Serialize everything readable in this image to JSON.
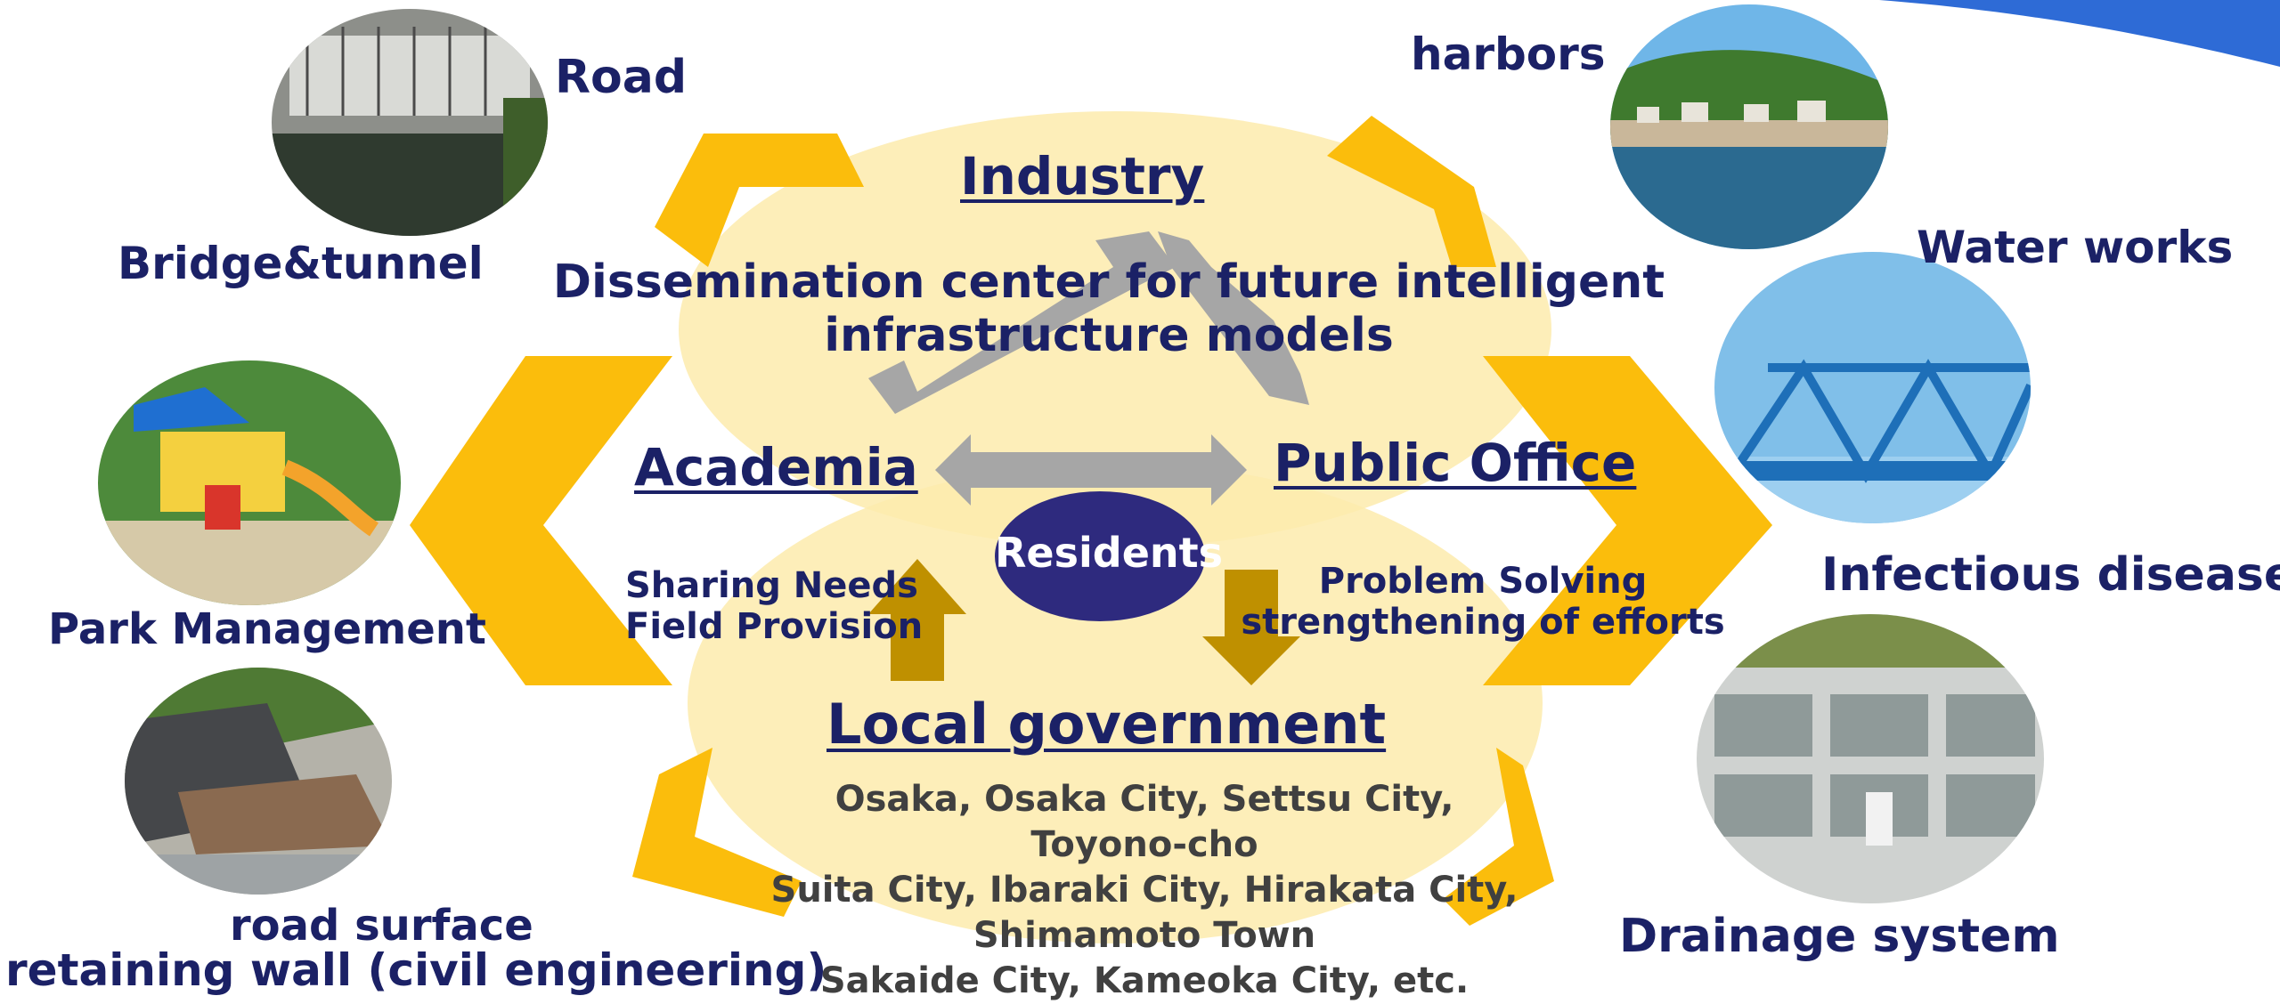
{
  "diagram": {
    "center_title": [
      "Dissemination center for future intelligent",
      "infrastructure models"
    ],
    "nodes": {
      "industry": "Industry",
      "academia": "Academia",
      "public_office": "Public Office",
      "residents": "Residents",
      "local_government": "Local government"
    },
    "flows": {
      "left": [
        "Sharing Needs",
        "Field Provision"
      ],
      "right": [
        "Problem Solving",
        "strengthening of efforts"
      ]
    },
    "local_government_members": [
      "Osaka, Osaka City, Settsu City,",
      "Toyono-cho",
      "Suita City, Ibaraki City, Hirakata City,",
      "Shimamoto Town",
      "Sakaide City, Kameoka City, etc."
    ],
    "fields": {
      "road": "Road",
      "bridge_tunnel": "Bridge&tunnel",
      "park_management": "Park Management",
      "road_surface": "road surface",
      "retaining_wall": "retaining wall (civil engineering)",
      "harbors": "harbors",
      "water_works": "Water works",
      "infectious_disease": "Infectious disease",
      "drainage_system": "Drainage system"
    },
    "colors": {
      "navy": "#1b2166",
      "arrow_yellow": "#fbbd0c",
      "ellipse_fill": "#fde9a6",
      "gray_arrow": "#a6a6a6",
      "olive_arrow": "#bf9000",
      "residents_fill": "#2e2a7e",
      "accent_blue": "#2e6bd6"
    },
    "icons": [
      "road-bridge-photo",
      "harbor-photo",
      "park-playground-photo",
      "water-pipe-bridge-photo",
      "retaining-wall-photo",
      "drainage-plant-photo"
    ]
  }
}
